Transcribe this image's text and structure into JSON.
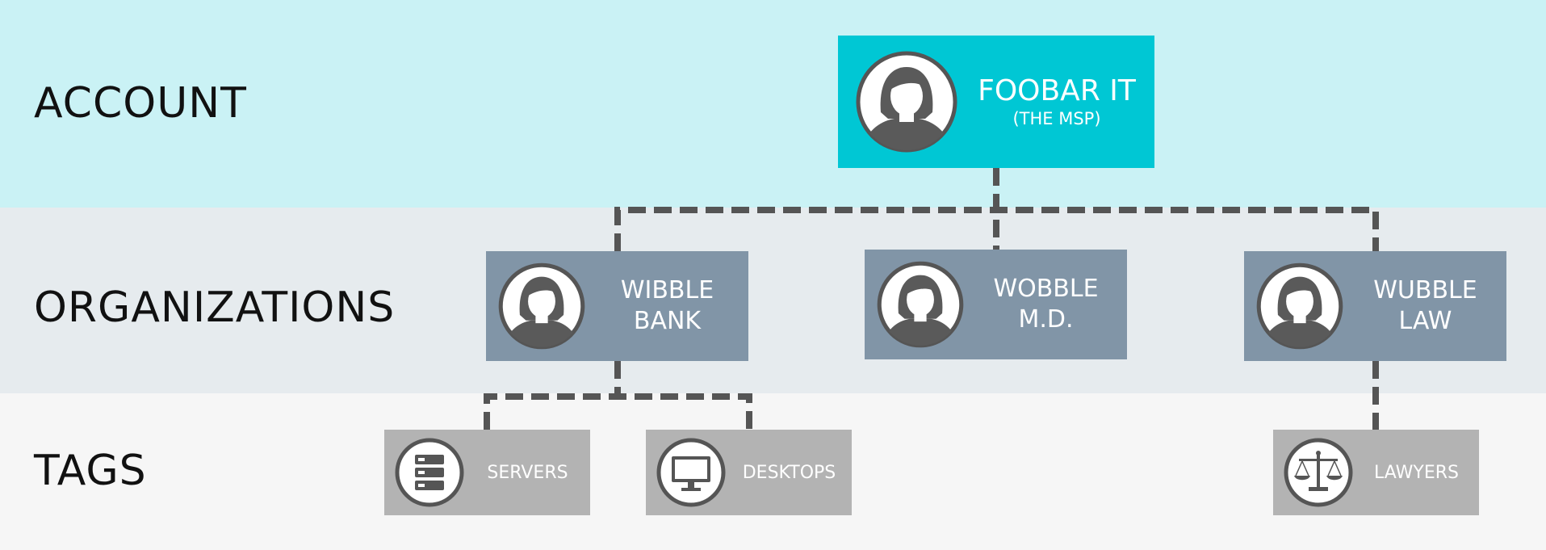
{
  "rows": {
    "account": "ACCOUNT",
    "organizations": "ORGANIZATIONS",
    "tags": "TAGS"
  },
  "account_node": {
    "title": "FOOBAR IT",
    "subtitle": "(THE MSP)",
    "icon": "person-icon",
    "color": "#00c7d4"
  },
  "organizations": [
    {
      "line1": "WIBBLE",
      "line2": "BANK",
      "icon": "person-icon"
    },
    {
      "line1": "WOBBLE",
      "line2": "M.D.",
      "icon": "person-icon"
    },
    {
      "line1": "WUBBLE",
      "line2": "LAW",
      "icon": "person-icon"
    }
  ],
  "tags": [
    {
      "label": "SERVERS",
      "icon": "server-icon",
      "parent": "WIBBLE BANK"
    },
    {
      "label": "DESKTOPS",
      "icon": "monitor-icon",
      "parent": "WIBBLE BANK"
    },
    {
      "label": "LAWYERS",
      "icon": "scales-icon",
      "parent": "WUBBLE LAW"
    }
  ],
  "colors": {
    "account_band": "#caf2f5",
    "organizations_band": "#e6ebee",
    "tags_band": "#f6f6f6",
    "organization_box": "#8195a7",
    "tag_box": "#b3b3b3",
    "connector": "#555555"
  }
}
